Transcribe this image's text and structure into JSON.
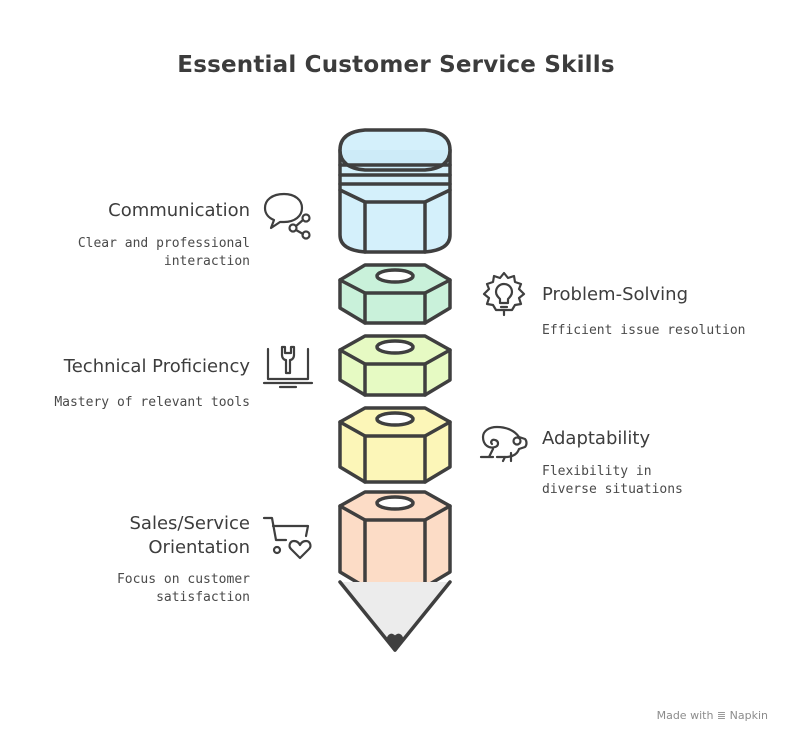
{
  "title": "Essential Customer Service Skills",
  "skills": [
    {
      "label": "Communication",
      "desc": "Clear and professional interaction",
      "icon": "chat-share-icon",
      "side": "left",
      "color": "#d3f0fb"
    },
    {
      "label": "Problem-Solving",
      "desc": "Efficient issue resolution",
      "icon": "gear-bulb-icon",
      "side": "right",
      "color": "#c9f1da"
    },
    {
      "label": "Technical Proficiency",
      "desc": "Mastery of relevant tools",
      "icon": "laptop-wrench-icon",
      "side": "left",
      "color": "#e6fac3"
    },
    {
      "label": "Adaptability",
      "desc": "Flexibility in diverse situations",
      "icon": "chameleon-icon",
      "side": "right",
      "color": "#fcf6b8"
    },
    {
      "label": "Sales/Service Orientation",
      "desc": "Focus on customer satisfaction",
      "icon": "cart-heart-icon",
      "side": "left",
      "color": "#fcdcc6"
    }
  ],
  "footer": {
    "prefix": "Made with",
    "brand": "Napkin"
  }
}
